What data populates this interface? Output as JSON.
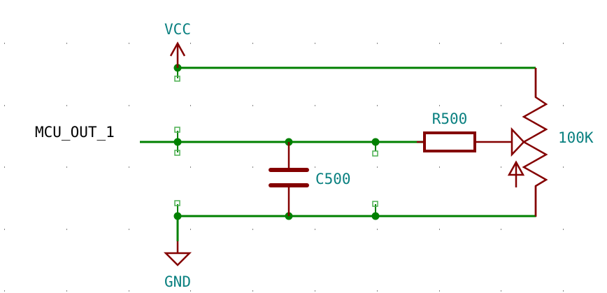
{
  "schematic": {
    "power": {
      "vcc_label": "VCC",
      "gnd_label": "GND"
    },
    "net_label": "MCU_OUT_1",
    "components": {
      "capacitor": {
        "ref": "C500"
      },
      "resistor": {
        "ref": "R500"
      },
      "potentiometer": {
        "value": "100K"
      }
    },
    "colors": {
      "wire": "#008000",
      "component": "#840000",
      "reference_text": "#0a8080",
      "net_text": "#000000",
      "grid_dot": "#848484",
      "pin_marker": "#4caf50"
    }
  }
}
